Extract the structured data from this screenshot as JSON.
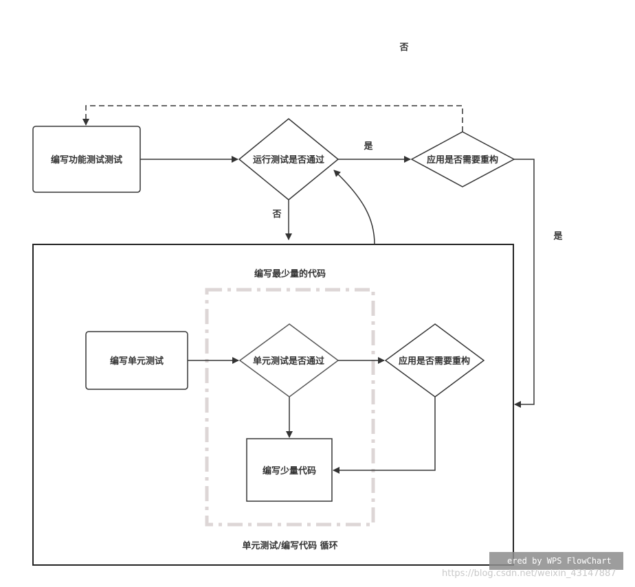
{
  "nodes": {
    "write_func_test": "编写功能测试测试",
    "run_test_pass": "运行测试是否通过",
    "refactor_top": "应用是否需要重构",
    "write_min_code": "编写最少量的代码",
    "write_unit_test": "编写单元测试",
    "unit_test_pass": "单元测试是否通过",
    "refactor_inner": "应用是否需要重构",
    "write_little_code": "编写少量代码",
    "loop_caption": "单元测试/编写代码  循环"
  },
  "edges": {
    "no_top": "否",
    "yes_top": "是",
    "no_down": "否",
    "yes_right": "是"
  },
  "watermark": {
    "brand": "ered by WPS FlowChart",
    "url": "https://blog.csdn.net/weixin_43147887"
  }
}
